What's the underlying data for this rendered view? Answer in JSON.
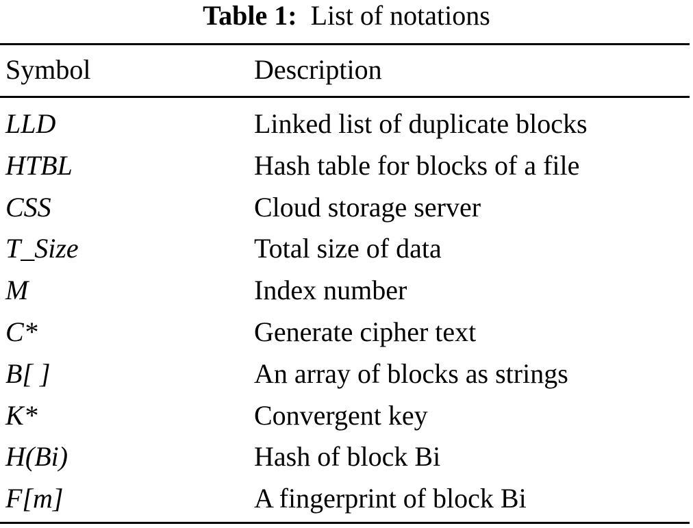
{
  "caption": {
    "label": "Table 1:",
    "text": "List of notations"
  },
  "columns": {
    "symbol": "Symbol",
    "description": "Description"
  },
  "rows": [
    {
      "symbol": "LLD",
      "description": "Linked list of duplicate blocks"
    },
    {
      "symbol": "HTBL",
      "description": "Hash table for blocks of a file"
    },
    {
      "symbol": "CSS",
      "description": "Cloud storage server"
    },
    {
      "symbol": "T_Size",
      "description": "Total size of data"
    },
    {
      "symbol": "M",
      "description": "Index number"
    },
    {
      "symbol": "C*",
      "description": "Generate cipher text"
    },
    {
      "symbol": "B[ ]",
      "description": "An array of blocks as strings"
    },
    {
      "symbol": "K*",
      "description": "Convergent key"
    },
    {
      "symbol": "H(Bi)",
      "description": "Hash of block Bi"
    },
    {
      "symbol": "F[m]",
      "description": "A fingerprint of block Bi"
    }
  ]
}
